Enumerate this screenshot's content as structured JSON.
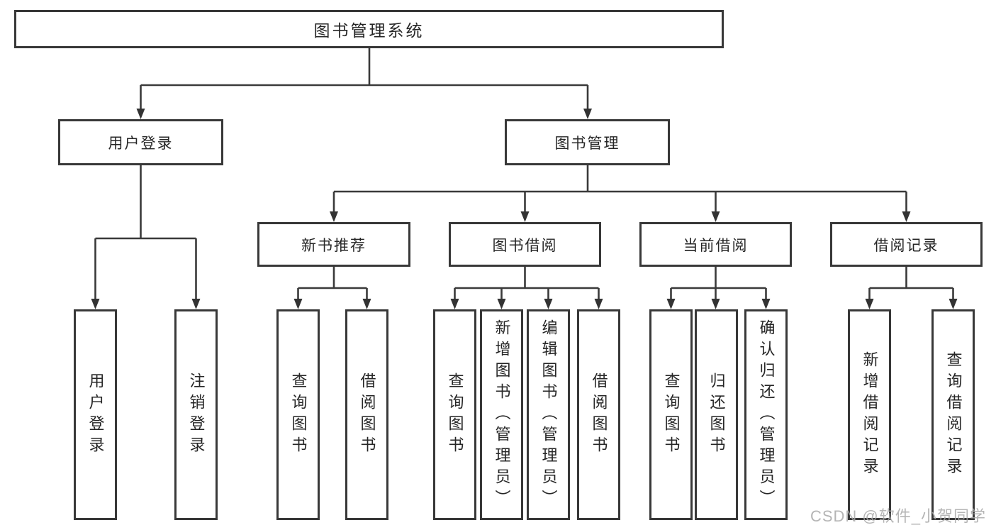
{
  "diagram": {
    "type": "hierarchy",
    "colors": {
      "line": "#3a3a3a",
      "box_border": "#383838",
      "text": "#262626",
      "background": "#ffffff",
      "watermark": "#a8a8a8"
    }
  },
  "nodes": {
    "root": {
      "label": "图书管理系统"
    },
    "user_login": {
      "label": "用户登录"
    },
    "book_mgmt": {
      "label": "图书管理"
    },
    "new_book_rec": {
      "label": "新书推荐"
    },
    "book_borrow": {
      "label": "图书借阅"
    },
    "current_borrow": {
      "label": "当前借阅"
    },
    "borrow_record": {
      "label": "借阅记录"
    },
    "ul_login": {
      "label": "用户登录"
    },
    "ul_logout": {
      "label": "注销登录"
    },
    "nbr_query": {
      "label": "查询图书"
    },
    "nbr_borrow": {
      "label": "借阅图书"
    },
    "bb_query": {
      "label": "查询图书"
    },
    "bb_add": {
      "label": "新增图书（管理员）"
    },
    "bb_edit": {
      "label": "编辑图书（管理员）"
    },
    "bb_borrow": {
      "label": "借阅图书"
    },
    "cb_query": {
      "label": "查询图书"
    },
    "cb_return": {
      "label": "归还图书"
    },
    "cb_confirm": {
      "label": "确认归还（管理员）"
    },
    "br_add": {
      "label": "新增借阅记录"
    },
    "br_query": {
      "label": "查询借阅记录"
    }
  },
  "edges": [
    {
      "from": "root",
      "to": "user_login"
    },
    {
      "from": "root",
      "to": "book_mgmt"
    },
    {
      "from": "user_login",
      "to": "ul_login"
    },
    {
      "from": "user_login",
      "to": "ul_logout"
    },
    {
      "from": "book_mgmt",
      "to": "new_book_rec"
    },
    {
      "from": "book_mgmt",
      "to": "book_borrow"
    },
    {
      "from": "book_mgmt",
      "to": "current_borrow"
    },
    {
      "from": "book_mgmt",
      "to": "borrow_record"
    },
    {
      "from": "new_book_rec",
      "to": "nbr_query"
    },
    {
      "from": "new_book_rec",
      "to": "nbr_borrow"
    },
    {
      "from": "book_borrow",
      "to": "bb_query"
    },
    {
      "from": "book_borrow",
      "to": "bb_add"
    },
    {
      "from": "book_borrow",
      "to": "bb_edit"
    },
    {
      "from": "book_borrow",
      "to": "bb_borrow"
    },
    {
      "from": "current_borrow",
      "to": "cb_query"
    },
    {
      "from": "current_borrow",
      "to": "cb_return"
    },
    {
      "from": "current_borrow",
      "to": "cb_confirm"
    },
    {
      "from": "borrow_record",
      "to": "br_add"
    },
    {
      "from": "borrow_record",
      "to": "br_query"
    }
  ],
  "watermark": {
    "text": "CSDN @软件_小贺同学"
  }
}
